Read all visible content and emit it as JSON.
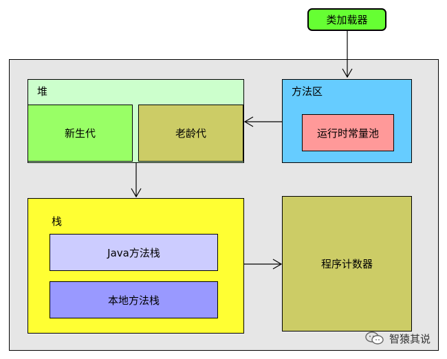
{
  "classloader": "类加载器",
  "heap": {
    "title": "堆",
    "young": "新生代",
    "old": "老龄代"
  },
  "method_area": {
    "title": "方法区",
    "constant_pool": "运行时常量池"
  },
  "stack": {
    "title": "栈",
    "java_stack": "Java方法栈",
    "native_stack": "本地方法栈"
  },
  "pc_register": "程序计数器",
  "watermark": "智猿其说",
  "colors": {
    "classloader": "#66ff33",
    "jvm_background": "#e6e6e6",
    "heap": "#ccffcc",
    "young": "#99ff66",
    "old": "#cccc66",
    "method_area": "#66ccff",
    "constant_pool": "#ff9999",
    "stack": "#ffff33",
    "java_stack": "#ccccff",
    "native_stack": "#9999ff",
    "pc_register": "#cccc66"
  }
}
